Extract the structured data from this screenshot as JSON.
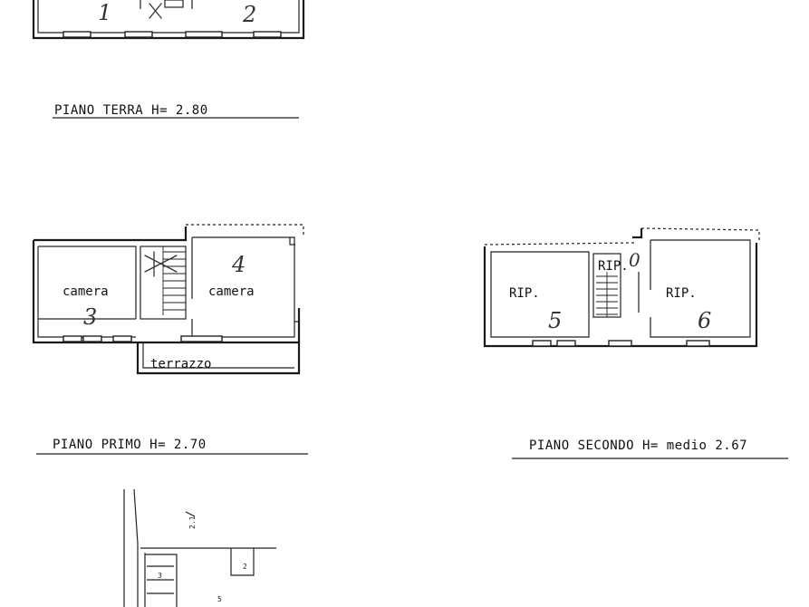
{
  "captions": {
    "ground": "PIANO TERRA H= 2.80",
    "first": "PIANO PRIMO  H= 2.70",
    "second": "PIANO SECONDO H= medio 2.67"
  },
  "rooms": {
    "camera_left": "camera",
    "camera_right": "camera",
    "terrace": "terrazzo",
    "storage_left": "RIP.",
    "storage_mid": "RIP.",
    "storage_right": "RIP."
  },
  "room_numbers": {
    "r1": "1",
    "r2": "2",
    "r3": "3",
    "r4": "4",
    "r5": "5",
    "r6": "6",
    "r0": "0"
  },
  "site_marks": {
    "m1": "2.1",
    "m2": "3",
    "m3": "2",
    "m4": "5"
  },
  "colors": {
    "ink": "#1a1a1a",
    "paper": "#ffffff"
  }
}
